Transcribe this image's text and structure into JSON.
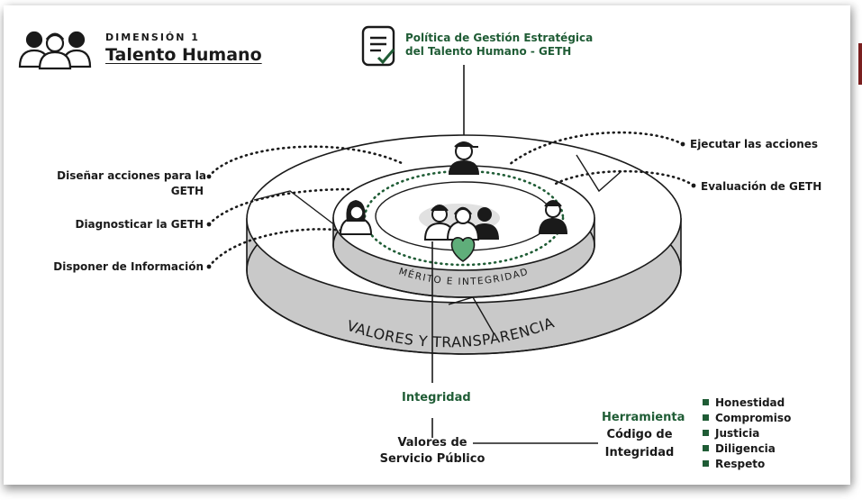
{
  "header": {
    "dimension_label": "DIMENSIÓN 1",
    "title": "Talento Humano"
  },
  "policy": {
    "line1": "Política de Gestión Estratégica",
    "line2": "del Talento Humano - GETH"
  },
  "actions_left": {
    "design_line1": "Diseñar acciones para la",
    "design_line2": "GETH",
    "diagnose": "Diagnosticar la GETH",
    "info": "Disponer de Información"
  },
  "actions_right": {
    "execute": "Ejecutar las acciones",
    "evaluate": "Evaluación de GETH"
  },
  "rings": {
    "inner": "MÉRITO E INTEGRIDAD",
    "outer": "VALORES Y TRANSPARENCIA"
  },
  "bottom": {
    "integrity": "Integridad",
    "values_line1": "Valores de",
    "values_line2": "Servicio Público",
    "tool_label": "Herramienta",
    "code_line1": "Código de",
    "code_line2": "Integridad",
    "values_list": [
      "Honestidad",
      "Compromiso",
      "Justicia",
      "Diligencia",
      "Respeto"
    ]
  },
  "colors": {
    "accent_green": "#1f5c35",
    "heart_green": "#5fae7a",
    "ring_gray": "#c9c9c9",
    "ink": "#1a1a1a"
  },
  "icons": [
    "people-group-icon",
    "policy-document-icon",
    "person-cap-icon",
    "woman-icon",
    "man-icon",
    "heart-icon",
    "team-center-icon"
  ]
}
